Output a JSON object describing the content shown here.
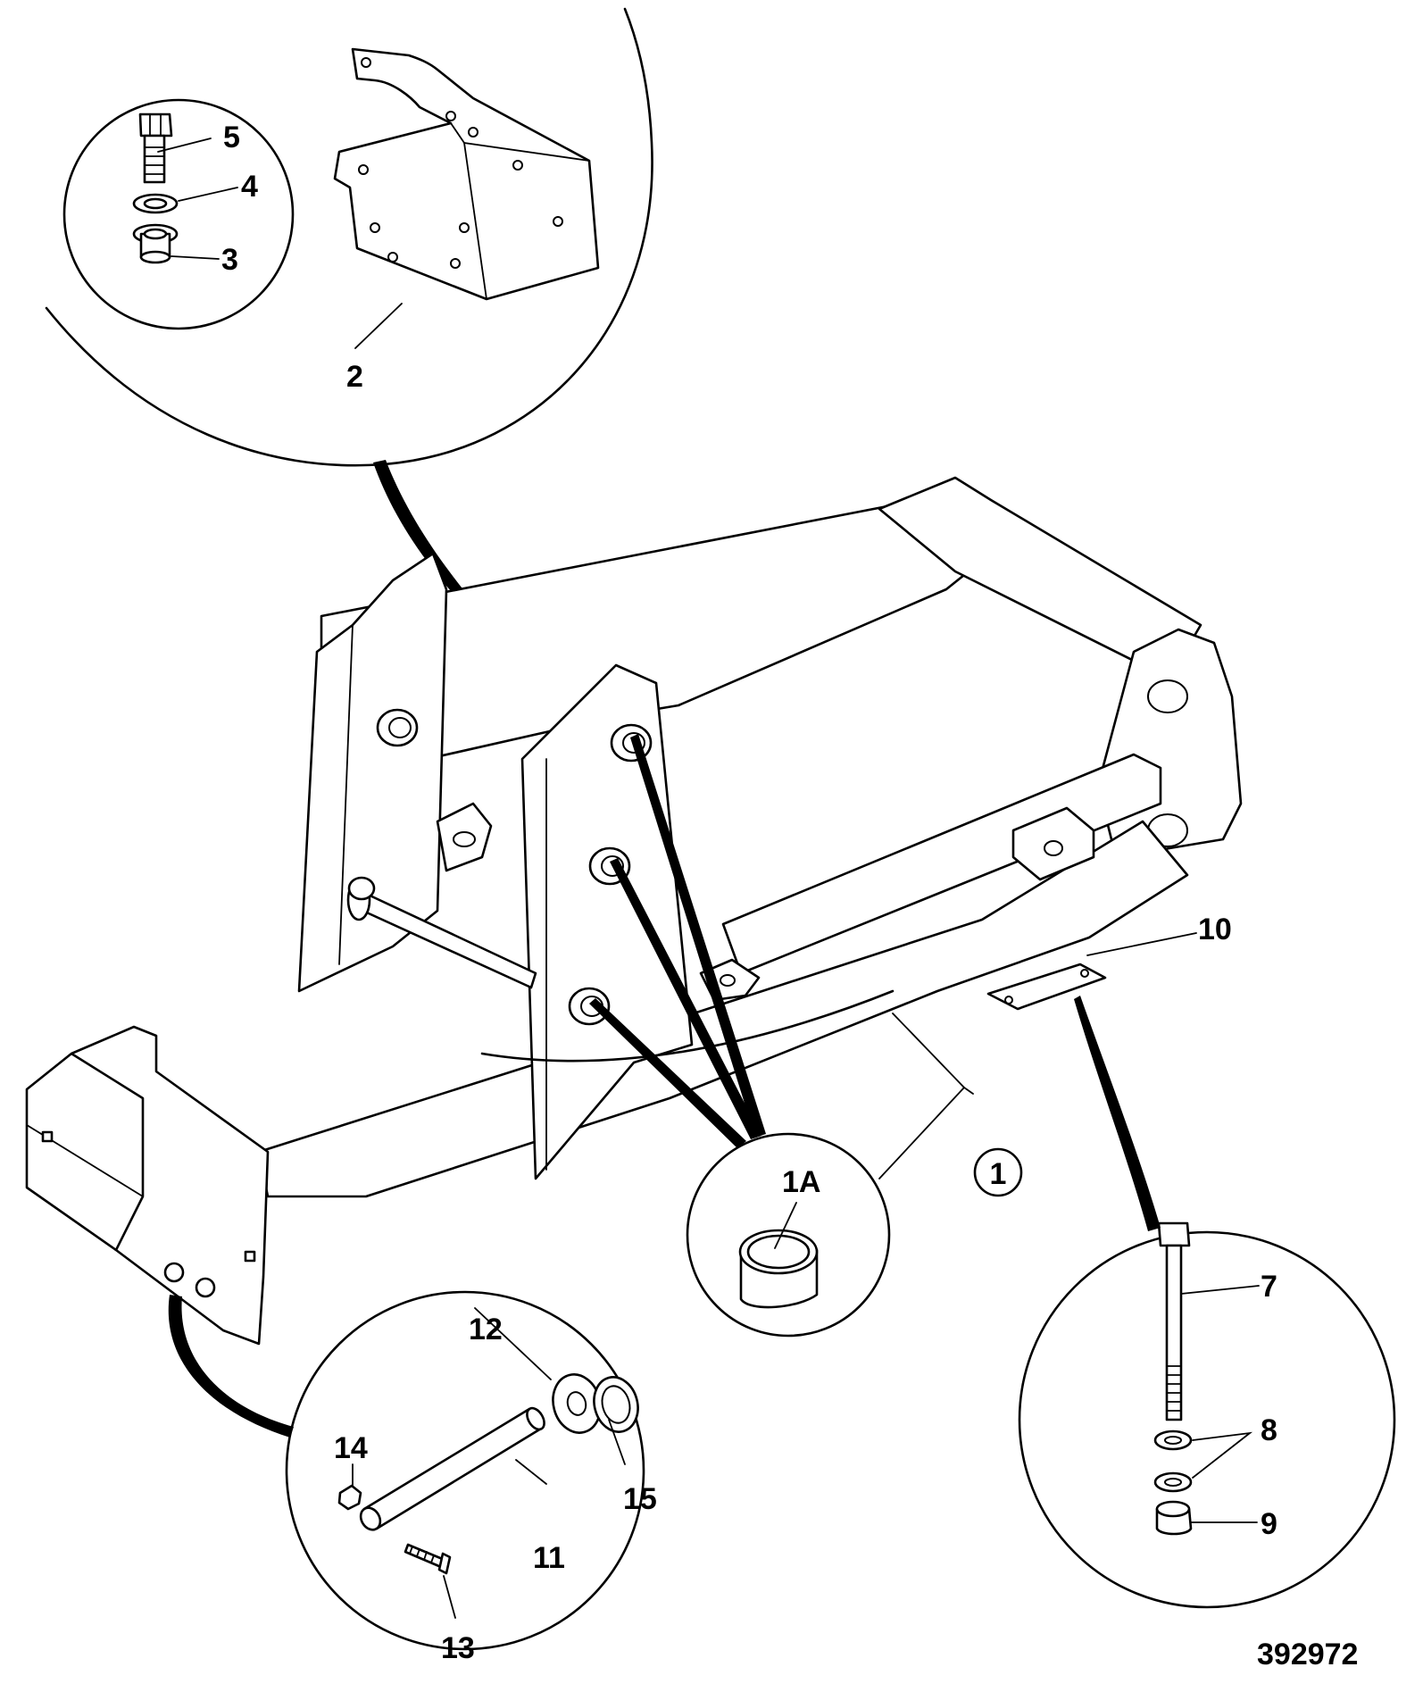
{
  "figure_number": "392972",
  "callouts": {
    "c1": "1",
    "c1A": "1A",
    "c2": "2",
    "c3": "3",
    "c4": "4",
    "c5": "5",
    "c7": "7",
    "c8": "8",
    "c9": "9",
    "c10": "10",
    "c11": "11",
    "c12": "12",
    "c13": "13",
    "c14": "14",
    "c15": "15"
  }
}
